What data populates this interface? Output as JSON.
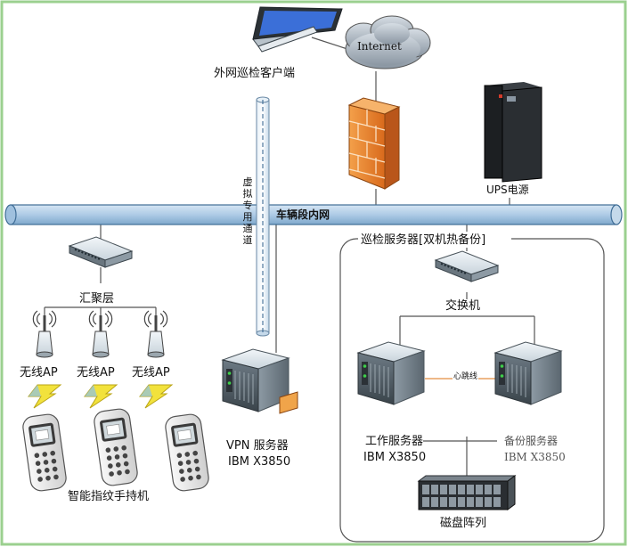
{
  "nodes": {
    "client": "外网巡检客户端",
    "internet": "Internet",
    "ups": "UPS电源",
    "backbone": "车辆段内网",
    "vpn_channel": "虚拟专用通道",
    "aggregation": "汇聚层",
    "ap_1": "无线AP",
    "ap_2": "无线AP",
    "ap_3": "无线AP",
    "handhelds": "智能指纹手持机",
    "vpn_server_name": "VPN 服务器",
    "vpn_server_model": "IBM X3850",
    "cluster_title": "巡检服务器[双机热备份]",
    "switch": "交换机",
    "heartbeat": "心跳线",
    "work_server_name": "工作服务器",
    "work_server_model": "IBM X3850",
    "backup_server_name": "备份服务器",
    "backup_server_model": "IBM X3850",
    "disk_array": "磁盘阵列"
  },
  "colors": {
    "frame_border": "#9bd08f",
    "backbone_fill": "#aecbe6",
    "backbone_stroke": "#3f6d96",
    "heartbeat_line": "#e8a060",
    "firewall": "#e8832b",
    "lightning": "#f2e23c"
  },
  "icons": [
    "laptop-icon",
    "cloud-icon",
    "firewall-icon",
    "ups-icon",
    "switch-icon",
    "antenna-icon",
    "lightning-icon",
    "handheld-icon",
    "server-icon",
    "disk-array-icon"
  ]
}
